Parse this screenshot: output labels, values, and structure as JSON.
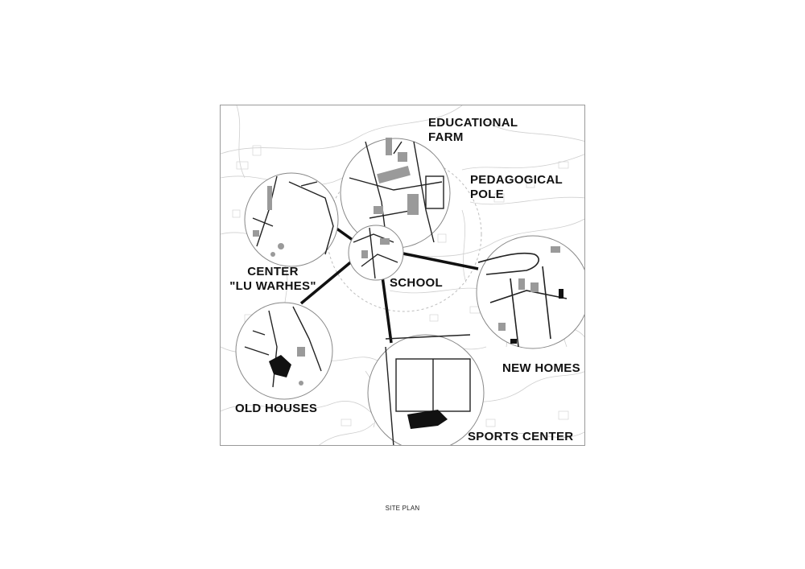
{
  "diagram": {
    "labels": {
      "educational_farm": [
        "EDUCATIONAL",
        "FARM"
      ],
      "pedagogical_pole": [
        "PEDAGOGICAL",
        "POLE"
      ],
      "center": [
        "CENTER",
        "\"LU WARHES\""
      ],
      "school": "SCHOOL",
      "new_homes": "NEW HOMES",
      "old_houses": "OLD HOUSES",
      "sports_center": "SPORTS CENTER"
    },
    "caption": "SITE PLAN"
  },
  "colors": {
    "line": "#111111",
    "map_lines": "#c9c9c9",
    "building_fill": "#9a9a9a",
    "solid_building": "#111111"
  }
}
